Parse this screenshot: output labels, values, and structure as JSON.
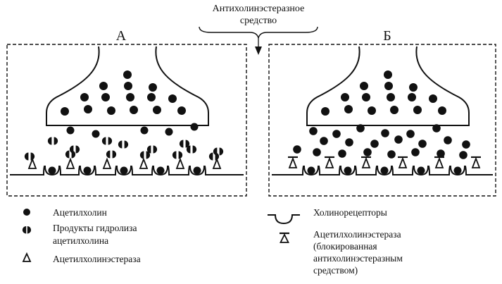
{
  "header": {
    "drug_line1": "Антихолинэстеразное",
    "drug_line2": "средство"
  },
  "panels": {
    "a_label": "А",
    "b_label": "Б"
  },
  "legend": {
    "acetylcholine": "Ацетилхолин",
    "hydrolysis_line1": "Продукты гидролиза",
    "hydrolysis_line2": "ацетилхолина",
    "ache": "Ацетилхолинэстераза",
    "receptors": "Холинорецепторы",
    "blocked_line1": "Ацетилхолинэстераза",
    "blocked_line2": "(блокированная",
    "blocked_line3": "антихолинэстеразным",
    "blocked_line4": "средством)"
  },
  "colors": {
    "ink": "#111111",
    "background": "#ffffff"
  }
}
